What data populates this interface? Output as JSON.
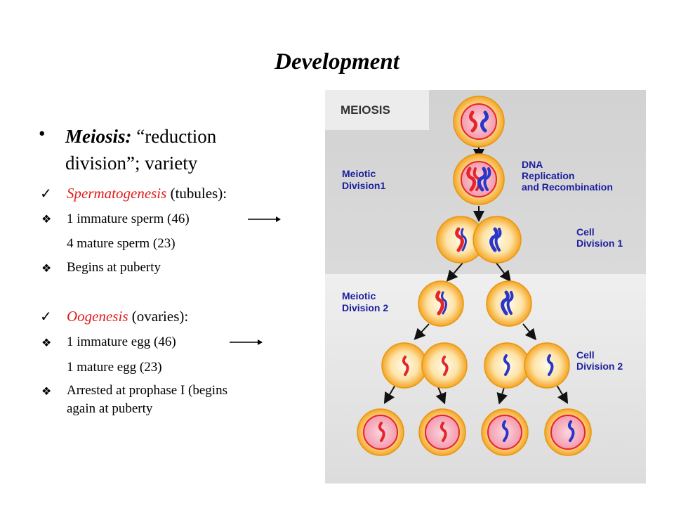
{
  "title": "Development",
  "bullets": {
    "meiosis_term": "Meiosis:",
    "meiosis_line1": " “reduction",
    "meiosis_line2": "division”;  variety",
    "sperm_term": "Spermatogenesis",
    "sperm_rest": " (tubules):",
    "sperm_a": "1 immature sperm (46)",
    "sperm_b": "4 mature sperm (23)",
    "sperm_c": "Begins at puberty",
    "oo_term": "Oogenesis",
    "oo_rest": " (ovaries):",
    "oo_a": "1 immature egg (46)",
    "oo_b": "1 mature egg (23)",
    "oo_c1": "Arrested at prophase I (begins",
    "oo_c2": "again at puberty"
  },
  "diagram": {
    "header": "MEIOSIS",
    "label_md1_a": "Meiotic",
    "label_md1_b": "Division1",
    "label_dna_a": "DNA",
    "label_dna_b": "Replication",
    "label_dna_c": "and Recombination",
    "label_cd1_a": "Cell",
    "label_cd1_b": "Division 1",
    "label_md2_a": "Meiotic",
    "label_md2_b": "Division 2",
    "label_cd2_a": "Cell",
    "label_cd2_b": "Division 2",
    "colors": {
      "panel": "#d6d6d6",
      "cell_outer": "#f5a623",
      "cell_inner": "#fde3a8",
      "nucleus": "#f7b8c4",
      "chrom_red": "#e3262b",
      "chrom_blue": "#2a35c9",
      "label": "#1c1e9e"
    }
  }
}
